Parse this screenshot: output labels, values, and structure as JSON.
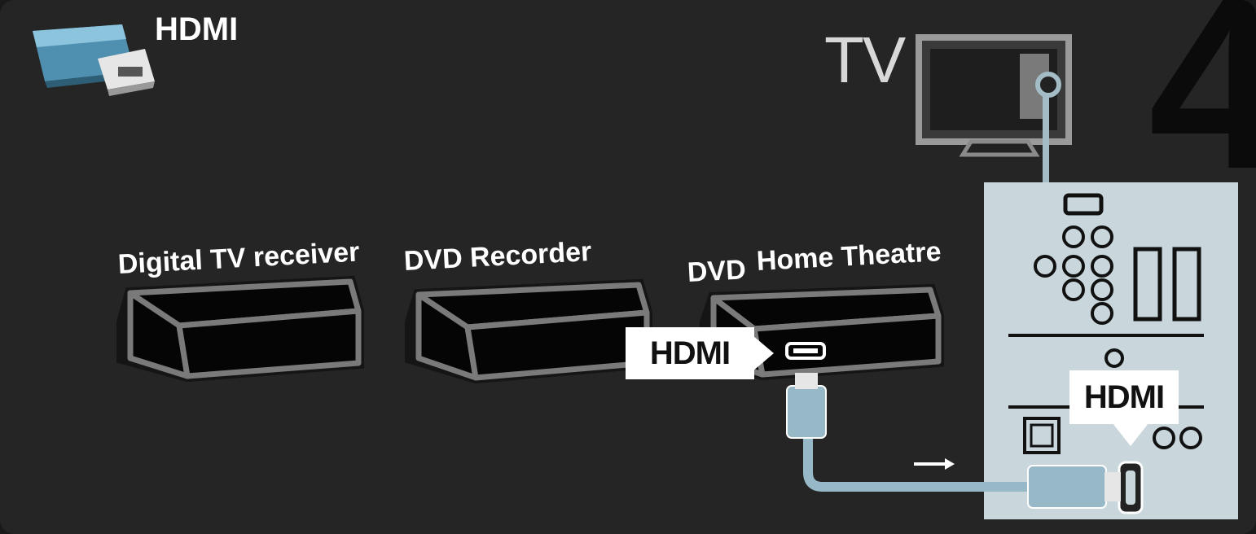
{
  "header": {
    "connector_label": "HDMI",
    "connector_icon": "hdmi-plug-icon"
  },
  "tv": {
    "label": "TV"
  },
  "step": {
    "number": "4"
  },
  "devices": [
    {
      "label": "Digital TV receiver"
    },
    {
      "label": "DVD Recorder"
    },
    {
      "label": "DVD"
    },
    {
      "label": "Home Theatre"
    }
  ],
  "callouts": {
    "device_port": "HDMI",
    "tv_port": "HDMI"
  },
  "colors": {
    "background": "#252525",
    "tv_panel": "#c9d7dd",
    "cable": "#97b8c6",
    "device_body": "#050505",
    "device_outline": "#7a7a7a"
  }
}
